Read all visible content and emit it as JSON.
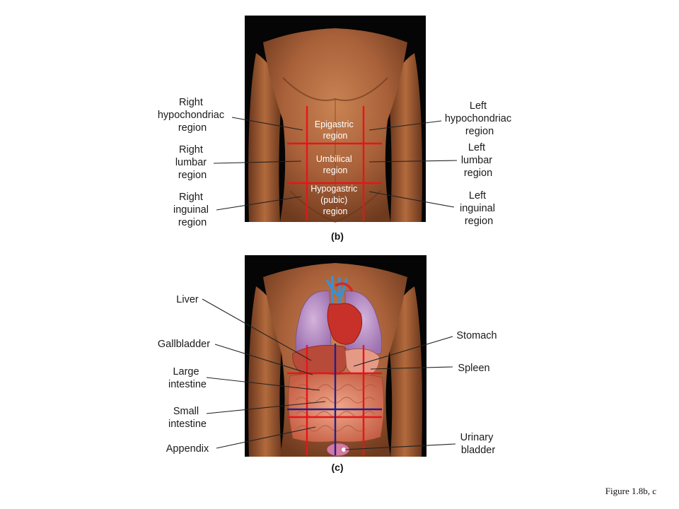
{
  "panel_b": {
    "panel_label": "(b)",
    "left_labels": {
      "right_hypochondriac": [
        "Right",
        "hypochondriac",
        "region"
      ],
      "right_lumbar": [
        "Right",
        "lumbar",
        "region"
      ],
      "right_inguinal": [
        "Right",
        "inguinal",
        "region"
      ]
    },
    "right_labels": {
      "left_hypochondriac": [
        "Left",
        "hypochondriac",
        "region"
      ],
      "left_lumbar": [
        "Left",
        "lumbar",
        "region"
      ],
      "left_inguinal": [
        "Left",
        "inguinal",
        "region"
      ]
    },
    "center_regions": {
      "epigastric": [
        "Epigastric",
        "region"
      ],
      "umbilical": [
        "Umbilical",
        "region"
      ],
      "hypogastric": [
        "Hypogastric",
        "(pubic)",
        "region"
      ]
    }
  },
  "panel_c": {
    "panel_label": "(c)",
    "left_labels": {
      "liver": [
        "Liver"
      ],
      "gallbladder": [
        "Gallbladder"
      ],
      "large_intestine": [
        "Large",
        "intestine"
      ],
      "small_intestine": [
        "Small",
        "intestine"
      ],
      "appendix": [
        "Appendix"
      ]
    },
    "right_labels": {
      "stomach": [
        "Stomach"
      ],
      "spleen": [
        "Spleen"
      ],
      "urinary_bladder": [
        "Urinary",
        "bladder"
      ]
    }
  },
  "caption": "Figure 1.8b, c",
  "colors": {
    "background": "#ffffff",
    "photo_background": "#050505",
    "skin": "#b0683c",
    "division_lines_red": "#e8141a",
    "division_lines_blue": "#20208a",
    "lungs": "#b98fc6",
    "heart": "#c8302a",
    "liver": "#b84a3a",
    "intestines": "#e08a6e"
  }
}
